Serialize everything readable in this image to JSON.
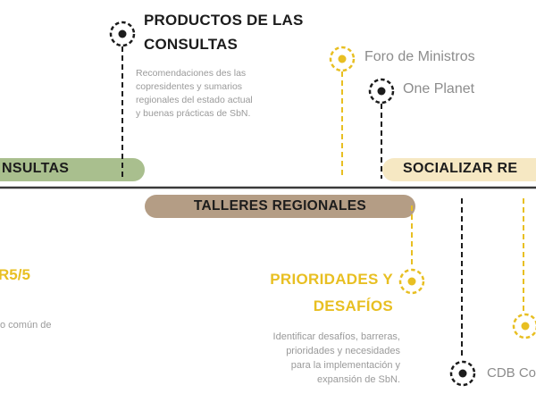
{
  "colors": {
    "dark": "#1c1c1c",
    "yellow": "#e8bf22",
    "green_bar": "#a9bf8e",
    "brown_bar": "#b49d85",
    "cream_bar": "#f6e8c3",
    "grey_text": "#9a9a9a"
  },
  "top_milestone": {
    "title_line1": "PRODUCTOS DE LAS",
    "title_line2": "CONSULTAS",
    "description": [
      "Recomendaciones des las",
      "copresidentes y sumarios",
      "regionales del estado actual",
      "y buenas prácticas de SbN."
    ]
  },
  "events": {
    "foro": "Foro de Ministros",
    "one_planet": "One Planet",
    "cdb": "CDB Co"
  },
  "bars": {
    "consultas": "NSULTAS",
    "socializar": "SOCIALIZAR RE",
    "talleres": "TALLERES REGIONALES"
  },
  "bottom_milestone": {
    "title_line1": "PRIORIDADES Y",
    "title_line2": "DESAFÍOS",
    "description": [
      "Identificar desafíos, barreras,",
      "prioridades y necesidades",
      "para la implementación y",
      "expansión de SbN."
    ]
  },
  "left_partial": {
    "date": "R5/5",
    "text": "o común de"
  },
  "icons": [
    "target-icon-dark",
    "target-icon-yellow"
  ]
}
